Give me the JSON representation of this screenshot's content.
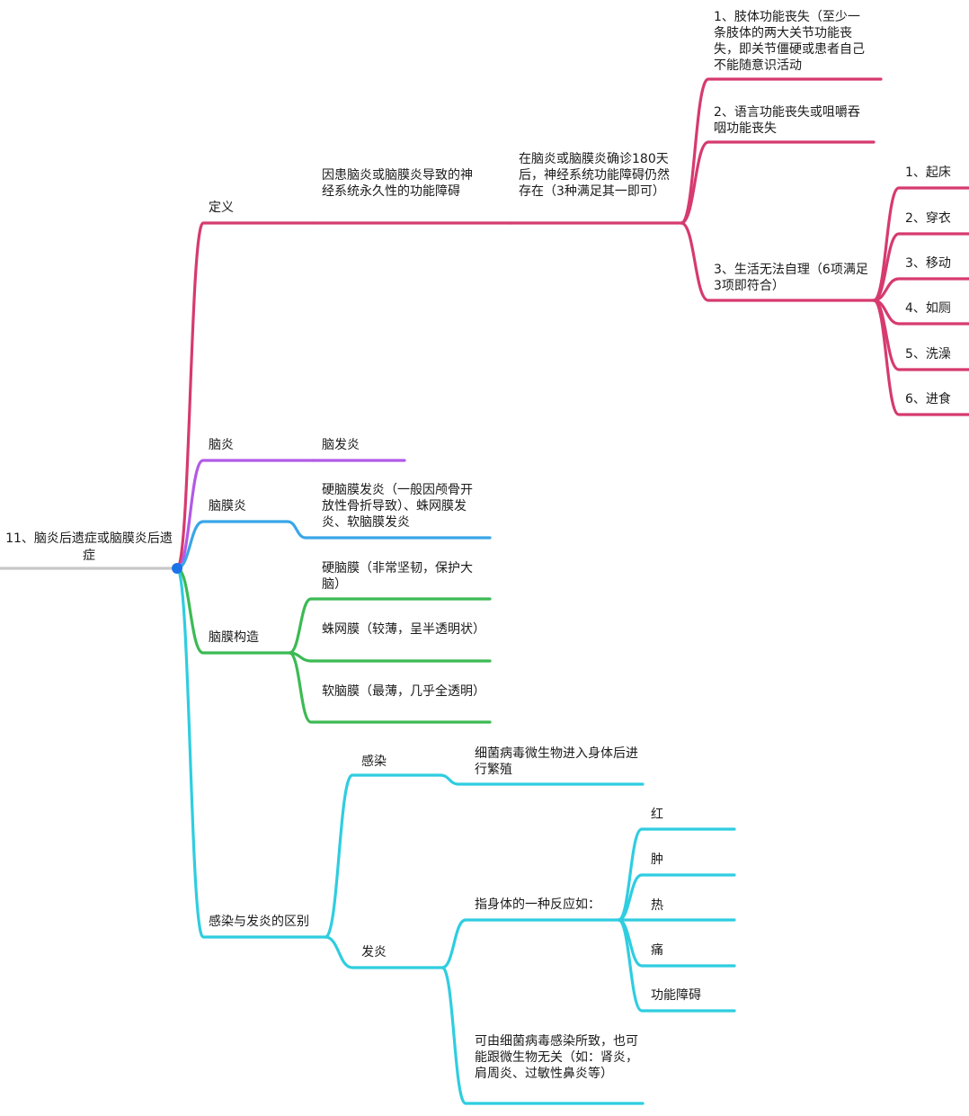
{
  "root": {
    "label": "11、脑炎后遗症或脑膜炎后遗症"
  },
  "colors": {
    "root_line": "#c8c8c8",
    "root_dot": "#1a73e8",
    "definition": "#d63a6e",
    "encephalitis": "#b25ae6",
    "meningitis": "#3aa6e8",
    "structure": "#3cba54",
    "difference": "#2fcde0"
  },
  "definition": {
    "label": "定义",
    "child": "因患脑炎或脑膜炎导致的神经系统永久性的功能障碍",
    "grandchild": "在脑炎或脑膜炎确诊180天后，神经系统功能障碍仍然存在（3种满足其一即可）",
    "conditions": [
      "1、肢体功能丧失（至少一条肢体的两大关节功能丧失，即关节僵硬或患者自己不能随意识活动",
      "2、语言功能丧失或咀嚼吞咽功能丧失",
      "3、生活无法自理（6项满足3项即符合）"
    ],
    "activities": [
      "1、起床",
      "2、穿衣",
      "3、移动",
      "4、如厕",
      "5、洗澡",
      "6、进食"
    ]
  },
  "encephalitis": {
    "label": "脑炎",
    "child": "脑发炎"
  },
  "meningitis": {
    "label": "脑膜炎",
    "child": "硬脑膜发炎（一般因颅骨开放性骨折导致）、蛛网膜发炎、软脑膜发炎"
  },
  "structure": {
    "label": "脑膜构造",
    "children": [
      "硬脑膜（非常坚韧，保护大脑）",
      "蛛网膜（较薄，呈半透明状）",
      "软脑膜（最薄，几乎全透明）"
    ]
  },
  "difference": {
    "label": "感染与发炎的区别",
    "infection": {
      "label": "感染",
      "child": "细菌病毒微生物进入身体后进行繁殖"
    },
    "inflammation": {
      "label": "发炎",
      "reaction": "指身体的一种反应如：",
      "symptoms": [
        "红",
        "肿",
        "热",
        "痛",
        "功能障碍"
      ],
      "cause": "可由细菌病毒感染所致，也可能跟微生物无关（如：肾炎，肩周炎、过敏性鼻炎等）"
    }
  }
}
